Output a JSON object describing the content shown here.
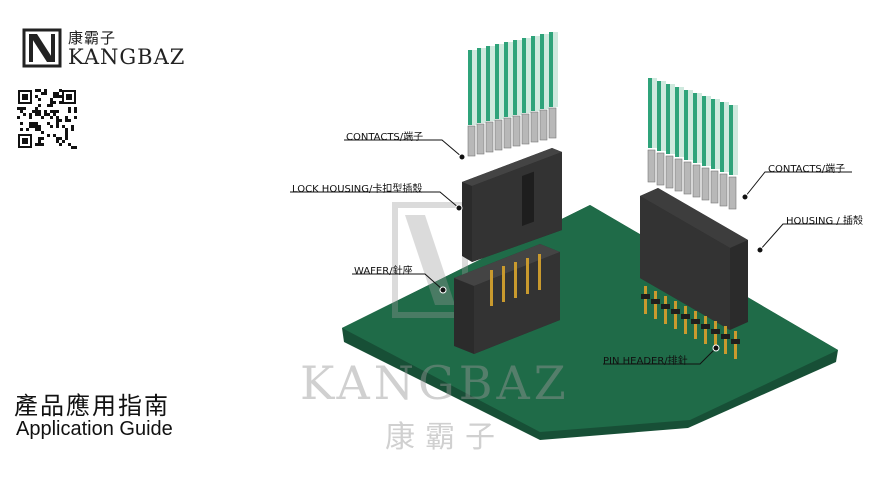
{
  "brand": {
    "name_cn": "康霸子",
    "name_en": "KANGBAZ"
  },
  "title": {
    "cn": "產品應用指南",
    "en": "Application Guide"
  },
  "callouts": {
    "contacts_left": "CONTACTS/端子",
    "lock_housing": "LOCK HOUSING/卡扣型插殼",
    "wafer": "WAFER/針座",
    "contacts_right": "CONTACTS/端子",
    "housing": "HOUSING / 插殼",
    "pin_header": "PIN HEADER/排針"
  },
  "watermark": {
    "en": "KANGBAZ",
    "cn": "康霸子"
  },
  "colors": {
    "pcb": "#1f6b48",
    "pcb_edge": "#174f36",
    "housing": "#2b2b2b",
    "wire": "#2fa37a",
    "pin": "#c99a2e"
  },
  "icons": [
    "kangbaz-logo-icon",
    "qr-code-icon"
  ]
}
